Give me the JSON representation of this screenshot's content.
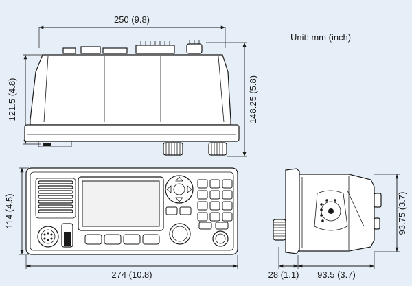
{
  "unit_note": "Unit: mm (inch)",
  "dimensions": {
    "top_width": "250 (9.8)",
    "top_body_height": "121.5 (4.8)",
    "top_total_height": "148.25 (5.8)",
    "front_height": "114 (4.5)",
    "front_width": "274 (10.8)",
    "side_knob_depth": "28 (1.1)",
    "side_body_depth": "93.5 (3.7)",
    "side_height": "93.75 (3.7)"
  },
  "views": [
    "top-view",
    "front-view",
    "side-view"
  ]
}
